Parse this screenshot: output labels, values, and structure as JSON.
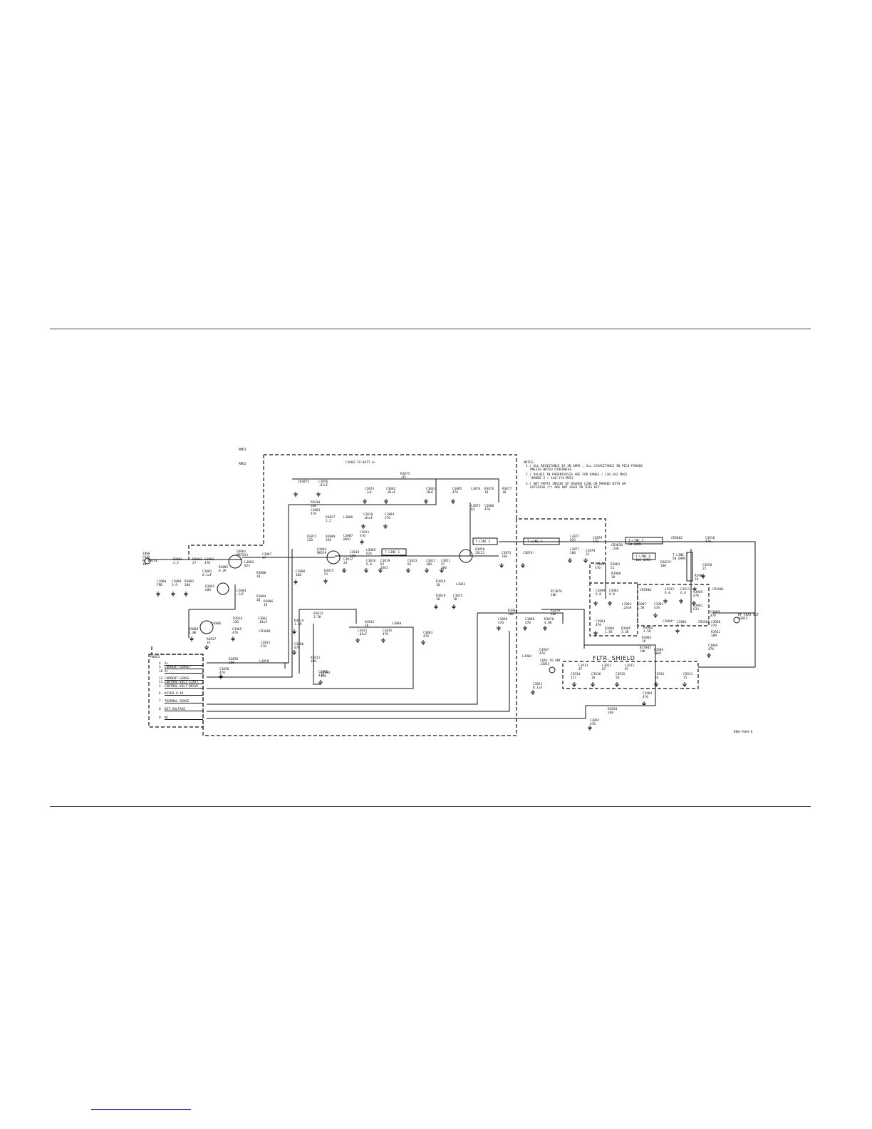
{
  "notes": {
    "header": "NOTES:",
    "lines": [
      "1.) ALL RESISTANCE IS IN OHMS , ALL CAPACITANCE IN PICO-FARADS",
      "UNLESS NOTED OTHERWISE.",
      "2.) VALUES IN PARENTHESIS ARE FOR RANGE ( 136-162 MHZ)",
      "(RANGE 2 ( 146-174 MHZ)",
      "3.) ANY PARTS INSIDE OF DASHED LINE OR MARKED WITH AN",
      "ASTERISK (*) ARE NOT USED IN THIS KIT."
    ]
  },
  "drawing_number": "BEW-7664-0",
  "shield_label": "FLTR. SHIELD",
  "top_labels": [
    "RMD1",
    "RMD2",
    "C3802-TO-BATT-A+"
  ],
  "connector": {
    "name": "P0853",
    "pins": [
      {
        "num": "4",
        "label": "A+"
      },
      {
        "num": "3",
        "label": "CURRENT-SENSE+"
      },
      {
        "num": "10",
        "label": "A+"
      },
      {
        "num": "12",
        "label": "CURRENT-SENSE-"
      },
      {
        "num": "11",
        "label": "CONTROL-VOLT-LIMIT"
      },
      {
        "num": "2",
        "label": "CONTROL-VOLT-DRIVE"
      },
      {
        "num": "6",
        "label": "KEYED-9.4V"
      },
      {
        "num": "7",
        "label": "THERMAL-SENSE"
      },
      {
        "num": "8",
        "label": "DET-VOLTAGE"
      },
      {
        "num": "9",
        "label": "NC"
      }
    ]
  },
  "components": [
    {
      "id": "rf-in",
      "label": "J800\nCOAX\nRF DRIVE\nIN"
    },
    {
      "id": "r3801",
      "label": "R3801\n2.2"
    },
    {
      "id": "r3803",
      "label": "R3803\n27"
    },
    {
      "id": "c3802",
      "label": "C3802\n470"
    },
    {
      "id": "q3801",
      "label": "Q3801\nMRF553"
    },
    {
      "id": "r3805",
      "label": "R3805\n8.2K"
    },
    {
      "id": "c3801",
      "label": "C3801\n0.1uF"
    },
    {
      "id": "q3802",
      "label": "Q3802\nLDR"
    },
    {
      "id": "l3800",
      "label": "L3800\nFRB"
    },
    {
      "id": "c3800",
      "label": "C3800\n3.9"
    },
    {
      "id": "r3802",
      "label": "R3802\n100"
    },
    {
      "id": "l3802",
      "label": "L3802\n823"
    },
    {
      "id": "c3807",
      "label": "C3807\n47"
    },
    {
      "id": "r3800",
      "label": "R3800\n10"
    },
    {
      "id": "c3804",
      "label": "C3804\n.1uF"
    },
    {
      "id": "r3804",
      "label": "R3804\n10"
    },
    {
      "id": "r3806",
      "label": "R3806\n10"
    },
    {
      "id": "q3806",
      "label": "Q3806"
    },
    {
      "id": "r3816",
      "label": "R3816\n330"
    },
    {
      "id": "r3808",
      "label": "R3808\n1.8K"
    },
    {
      "id": "r3817",
      "label": "R3817\n1K"
    },
    {
      "id": "c3803",
      "label": "C3803\n.01uF"
    },
    {
      "id": "c3805",
      "label": "C3805\n470"
    },
    {
      "id": "cr3801",
      "label": "CR3801"
    },
    {
      "id": "c3815",
      "label": "C3815\n470"
    },
    {
      "id": "r3813",
      "label": "R3813\n3.3K"
    },
    {
      "id": "r3814",
      "label": "R3814\n1.8K"
    },
    {
      "id": "c3806",
      "label": "C3806\n470"
    },
    {
      "id": "r3811",
      "label": "R3811\n100"
    },
    {
      "id": "c3884",
      "label": "C3884\n470"
    },
    {
      "id": "r3812",
      "label": "R3812\n1K"
    },
    {
      "id": "c3812",
      "label": "C3812\n.01uF"
    },
    {
      "id": "c3835",
      "label": "C3835\n470"
    },
    {
      "id": "l3808",
      "label": "L3808"
    },
    {
      "id": "c3883",
      "label": "C3883\n470"
    },
    {
      "id": "c3808",
      "label": "C3808\n100"
    },
    {
      "id": "r3810",
      "label": "R3810\n100"
    },
    {
      "id": "c3883b",
      "label": "C3883\n470"
    },
    {
      "id": "r3827",
      "label": "R3827\n2.2"
    },
    {
      "id": "r3809",
      "label": "R3809\n150"
    },
    {
      "id": "r3822",
      "label": "R3822\n220"
    },
    {
      "id": "l3806",
      "label": "L3806"
    },
    {
      "id": "l3807",
      "label": "L3807\nWS81"
    },
    {
      "id": "q3804",
      "label": "Q3804\nM8559"
    },
    {
      "id": "c3811",
      "label": "C3811\n470"
    },
    {
      "id": "c3810",
      "label": "C3810\n.01uF"
    },
    {
      "id": "r3815",
      "label": "R3815\n51"
    },
    {
      "id": "c3817",
      "label": "C3817\n24"
    },
    {
      "id": "c3818",
      "label": "C3818\n120"
    },
    {
      "id": "l3809",
      "label": "L3809\n624"
    },
    {
      "id": "c3816",
      "label": "C3816\n6.8"
    },
    {
      "id": "c3819",
      "label": "C3819\n82\n3301"
    },
    {
      "id": "tline1",
      "label": "T-LINE 1"
    },
    {
      "id": "c3823",
      "label": "C3823\n82"
    },
    {
      "id": "c3822",
      "label": "C3822\n100"
    },
    {
      "id": "c3821",
      "label": "C3821\n47\n300"
    },
    {
      "id": "r3819",
      "label": "R3819\n10"
    },
    {
      "id": "r3818",
      "label": "R3818\n10"
    },
    {
      "id": "l3831",
      "label": "L3831"
    },
    {
      "id": "c3825",
      "label": "C3825\n10"
    },
    {
      "id": "c3875",
      "label": "CR3875"
    },
    {
      "id": "c3856",
      "label": "C3856\n.01uF"
    },
    {
      "id": "r3875",
      "label": "R3875\n.05"
    },
    {
      "id": "c3874",
      "label": "C3874\n.1uF"
    },
    {
      "id": "c3882",
      "label": "C3882\n.01uF"
    },
    {
      "id": "c3881",
      "label": "C3881\n10uF"
    },
    {
      "id": "c3880",
      "label": "C3880\n470"
    },
    {
      "id": "c3884b",
      "label": "C3884\n470"
    },
    {
      "id": "l3876",
      "label": "L3876"
    },
    {
      "id": "r3876",
      "label": "R3876\n10"
    },
    {
      "id": "r3877",
      "label": "R3877\n10"
    },
    {
      "id": "l3875",
      "label": "L3875\n83"
    },
    {
      "id": "c3885",
      "label": "C3885\n470"
    },
    {
      "id": "q3850",
      "label": "Q3850\n2SC22"
    },
    {
      "id": "c3873",
      "label": "C3873\n160"
    },
    {
      "id": "c3876",
      "label": "C3876*"
    },
    {
      "id": "tline3",
      "label": "T-LINE 3"
    },
    {
      "id": "tline4",
      "label": "T-LINE 4"
    },
    {
      "id": "l3877",
      "label": "L3877\n823"
    },
    {
      "id": "c3877",
      "label": "C3877\n100"
    },
    {
      "id": "c3879",
      "label": "C3879\n470"
    },
    {
      "id": "c3878",
      "label": "C3878\n33"
    },
    {
      "id": "cr3830",
      "label": "CR3830\n.24K"
    },
    {
      "id": "tline5",
      "label": "T-LINE 5\n50 OHMS"
    },
    {
      "id": "cr3802",
      "label": "CR3802"
    },
    {
      "id": "c3910",
      "label": "C3910\n470"
    },
    {
      "id": "tline6",
      "label": "T-LINE 6\n100 OHMS"
    },
    {
      "id": "r3823",
      "label": "R3823*\n100"
    },
    {
      "id": "tline7",
      "label": "T-LINE 7\n50 OHMS"
    },
    {
      "id": "c3920",
      "label": "C3920\n22"
    },
    {
      "id": "r3901",
      "label": "R3901\n10"
    },
    {
      "id": "c3800b",
      "label": "C3800\n470"
    },
    {
      "id": "r3901b",
      "label": "R3801\n51"
    },
    {
      "id": "r3900",
      "label": "R3900\n10"
    },
    {
      "id": "c3899",
      "label": "C3899\n6.8"
    },
    {
      "id": "c3902",
      "label": "C3902\n6.8"
    },
    {
      "id": "cr3900",
      "label": "CR3900"
    },
    {
      "id": "l3903",
      "label": "L3903\n.24uH"
    },
    {
      "id": "r3907",
      "label": "R3907\n1.5K"
    },
    {
      "id": "c3901",
      "label": "C3901\n470"
    },
    {
      "id": "c3903",
      "label": "C3903\n470"
    },
    {
      "id": "r3906",
      "label": "R3906\n1.5K"
    },
    {
      "id": "r3905",
      "label": "R3905\n3.3K"
    },
    {
      "id": "c3912",
      "label": "C3912\n6.8"
    },
    {
      "id": "c3911",
      "label": "C3911\n6.8"
    },
    {
      "id": "c3905",
      "label": "C3905\n470"
    },
    {
      "id": "l3901",
      "label": "L3901\n633"
    },
    {
      "id": "cr3901",
      "label": "CR3901"
    },
    {
      "id": "c3906",
      "label": "C3906\n4.7"
    },
    {
      "id": "c3904s",
      "label": "C3904*"
    },
    {
      "id": "c3899b",
      "label": "C3899\n470"
    },
    {
      "id": "cr3902",
      "label": "CR3902"
    },
    {
      "id": "c3908",
      "label": "C3908\n470"
    },
    {
      "id": "r3922",
      "label": "R3922\n10M"
    },
    {
      "id": "c3909",
      "label": "C3909\n470"
    },
    {
      "id": "rf-out",
      "label": "RF COAX OUT\nJ3852"
    },
    {
      "id": "r3902",
      "label": "R3902\n1.5K"
    },
    {
      "id": "r3903",
      "label": "R3903\n1K"
    },
    {
      "id": "rt3905",
      "label": "RT3905\n10K"
    },
    {
      "id": "r3904",
      "label": "R3904\n1005"
    },
    {
      "id": "rt3876",
      "label": "RT3876\n10K"
    },
    {
      "id": "r3878",
      "label": "R3878\n4.8K"
    },
    {
      "id": "r3879",
      "label": "R3879\n68K"
    },
    {
      "id": "r3908",
      "label": "R3908\n100"
    },
    {
      "id": "c3890",
      "label": "C3890\n470"
    },
    {
      "id": "c3889",
      "label": "C3889\n470"
    },
    {
      "id": "l3904",
      "label": "L3904"
    },
    {
      "id": "c3907",
      "label": "C3907\n470"
    },
    {
      "id": "coax-ant",
      "label": "COAX TO ANT\nJ3853"
    },
    {
      "id": "c3851",
      "label": "C3851\n0.1uF"
    },
    {
      "id": "l3913",
      "label": "L3913\n87"
    },
    {
      "id": "l3912",
      "label": "L3912\n87"
    },
    {
      "id": "l3911",
      "label": "L3911\n87"
    },
    {
      "id": "c3914",
      "label": "C3914\n127"
    },
    {
      "id": "c3916",
      "label": "C3916\n10"
    },
    {
      "id": "c3915",
      "label": "C3915\n50"
    },
    {
      "id": "c3912b",
      "label": "C3912\n56"
    },
    {
      "id": "c3911b",
      "label": "C3911\n15"
    },
    {
      "id": "c3904",
      "label": "C3904\n470"
    },
    {
      "id": "r3920",
      "label": "R3920\n100"
    },
    {
      "id": "c3892",
      "label": "C3892\n470"
    },
    {
      "id": "c3850",
      "label": "C3850\n470"
    },
    {
      "id": "r3858",
      "label": "R3858\n100"
    },
    {
      "id": "l3850",
      "label": "L3850"
    },
    {
      "id": "c3895",
      "label": "C3895\n470"
    }
  ],
  "colors": {
    "ink": "#111111",
    "rule": "#444444",
    "link": "#2a2aa8"
  }
}
